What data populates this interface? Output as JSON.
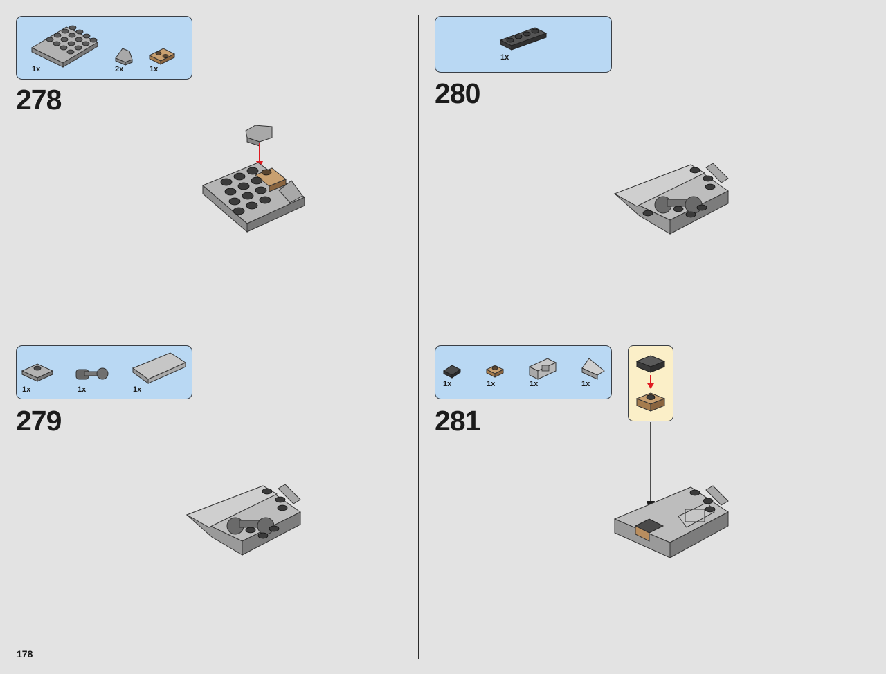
{
  "page_number": "178",
  "steps": [
    {
      "number": "278",
      "parts": [
        {
          "name": "plate-4x4-light-gray",
          "qty": "1x"
        },
        {
          "name": "slope-light-gray",
          "qty": "2x"
        },
        {
          "name": "plate-1x2-tan",
          "qty": "1x"
        }
      ]
    },
    {
      "number": "279",
      "parts": [
        {
          "name": "plate-with-stud-light-gray",
          "qty": "1x"
        },
        {
          "name": "bar-with-round-end-dark-gray",
          "qty": "1x"
        },
        {
          "name": "curved-slope-light-gray",
          "qty": "1x"
        }
      ]
    },
    {
      "number": "280",
      "parts": [
        {
          "name": "plate-1x4-dark-gray",
          "qty": "1x"
        }
      ]
    },
    {
      "number": "281",
      "parts": [
        {
          "name": "tile-dark-gray",
          "qty": "1x"
        },
        {
          "name": "plate-1x1-tan",
          "qty": "1x"
        },
        {
          "name": "bracket-light-gray",
          "qty": "1x"
        },
        {
          "name": "slope-light-gray",
          "qty": "1x"
        }
      ]
    }
  ],
  "colors": {
    "parts_box": "#b9d8f3",
    "callout": "#fbefc8",
    "arrow_red": "#e01b22",
    "light_gray": "#a6a6a6",
    "dark_gray": "#4a4a4a",
    "tan": "#b98e5f"
  }
}
